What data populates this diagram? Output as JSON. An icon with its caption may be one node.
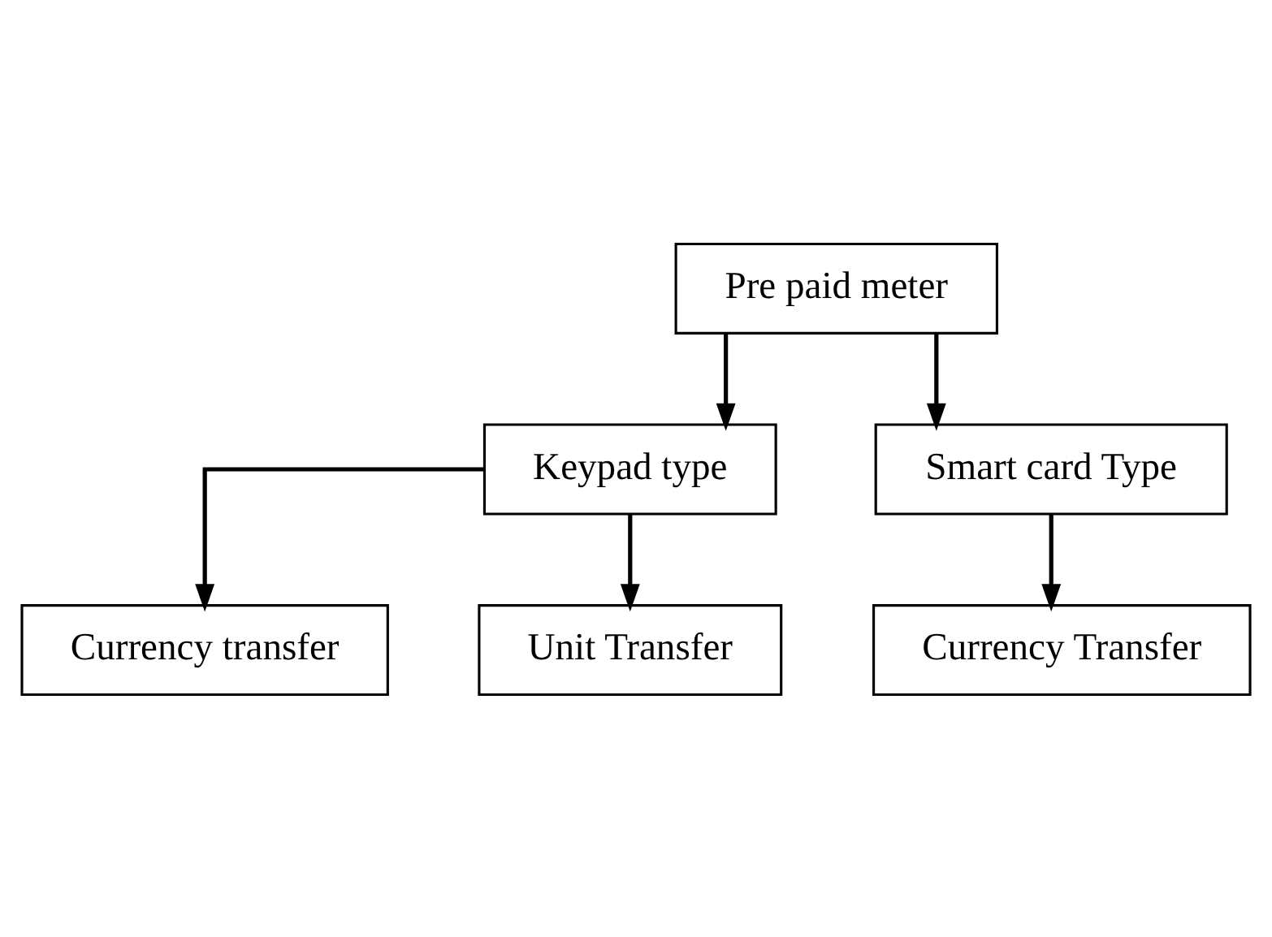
{
  "diagram": {
    "nodes": [
      {
        "text": [
          "Pre paid meter"
        ]
      },
      {
        "text": [
          "Keypad type"
        ]
      },
      {
        "text": [
          "Smart card Type"
        ]
      },
      {
        "text": [
          "Currency transfer"
        ]
      },
      {
        "text": [
          "Unit Transfer"
        ]
      },
      {
        "text": [
          "Currency Transfer"
        ]
      }
    ],
    "edges": [
      {
        "from": 0,
        "to": 1,
        "arrow": "to"
      },
      {
        "from": 0,
        "to": 2,
        "arrow": "to"
      },
      {
        "from": 1,
        "to": 3,
        "arrow": "to"
      },
      {
        "from": 1,
        "to": 4,
        "arrow": "to"
      },
      {
        "from": 2,
        "to": 5,
        "arrow": "to"
      }
    ]
  }
}
